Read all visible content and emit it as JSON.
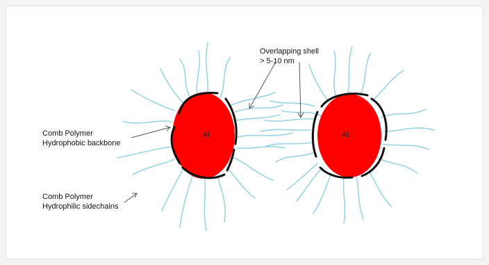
{
  "diagram": {
    "labels": {
      "overlap_line1": "Overlapping  shell",
      "overlap_line2": "> 5-10 nm",
      "backbone_line1": "Comb Polymer",
      "backbone_line2": "Hydrophobic backbone",
      "sidechain_line1": "Comb Polymer",
      "sidechain_line2": "Hydrophilic sidechains"
    },
    "particles": [
      {
        "label": "Al"
      },
      {
        "label": "Al"
      }
    ],
    "colors": {
      "core": "#ff0000",
      "backbone": "#111111",
      "sidechain": "#99d5e0",
      "arrow": "#555555"
    }
  }
}
